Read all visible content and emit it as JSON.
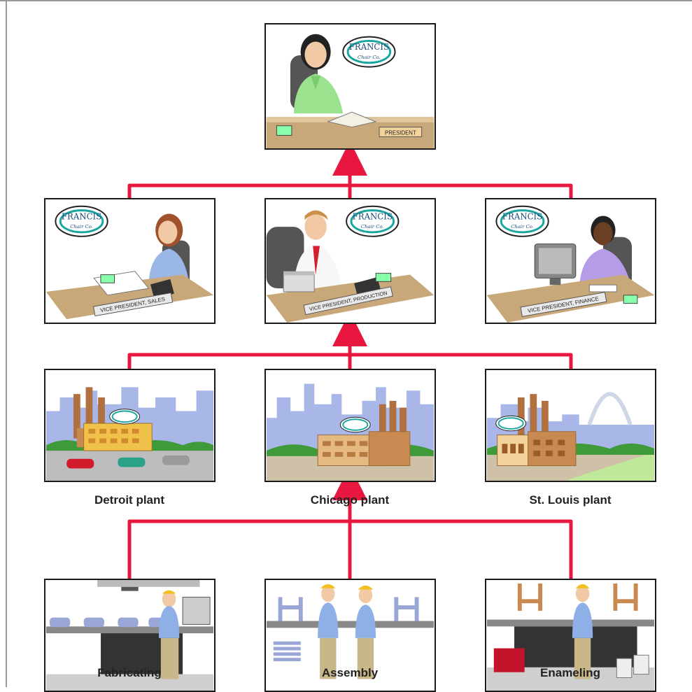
{
  "logo": {
    "line1": "FRANCIS",
    "line2": "Chair Co."
  },
  "colors": {
    "connector": "#e8173f",
    "logo_ring": "#1aa6a0",
    "frame": "#1a1a1a"
  },
  "president": {
    "desk_label": "PRESIDENT"
  },
  "vice_presidents": [
    {
      "desk_label": "VICE PRESIDENT, SALES"
    },
    {
      "desk_label": "VICE PRESIDENT, PRODUCTION"
    },
    {
      "desk_label": "VICE PRESIDENT, FINANCE"
    }
  ],
  "plants": [
    {
      "caption": "Detroit plant"
    },
    {
      "caption": "Chicago plant"
    },
    {
      "caption": "St. Louis plant"
    }
  ],
  "departments": [
    {
      "caption": "Fabricating"
    },
    {
      "caption": "Assembly"
    },
    {
      "caption": "Enameling"
    }
  ]
}
